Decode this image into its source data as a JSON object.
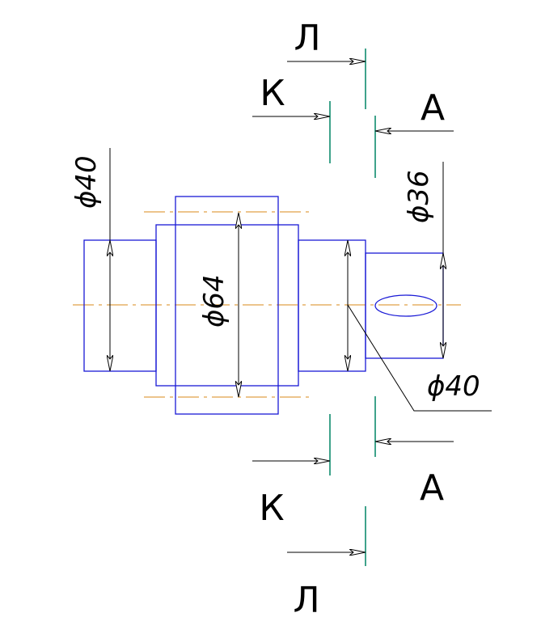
{
  "colors": {
    "part_outline": "#1a1ad6",
    "center_line": "#d98a1a",
    "section_line": "#0f8c6e",
    "dimension": "#000000"
  },
  "section_labels": {
    "l": "Л",
    "k": "К",
    "a": "А"
  },
  "dimensions": {
    "d_left_journal": "ϕ40",
    "d_gear": "ϕ64",
    "d_right_journal": "ϕ40",
    "d_shaft_end": "ϕ36"
  }
}
